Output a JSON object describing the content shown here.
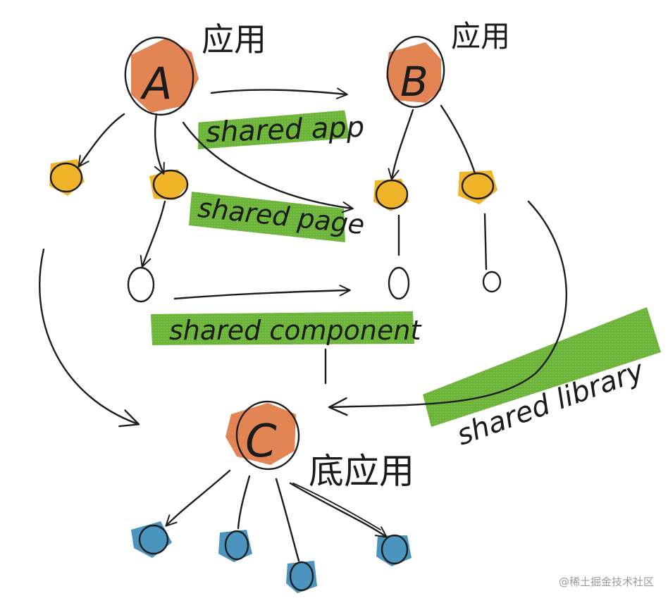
{
  "labels": {
    "app_suffix": "应用",
    "base_app_suffix": "底应用",
    "app_a": "A",
    "app_b": "B",
    "app_c": "C",
    "shared_app": "shared app",
    "shared_page": "shared page",
    "shared_component": "shared component",
    "shared_library": "shared library"
  },
  "watermark": "@稀土掘金技术社区",
  "colors": {
    "app_node": "#e07a45",
    "page_node": "#f0b42a",
    "leaf_node": "#4a94bd",
    "highlight": "#6cb33a",
    "ink": "#1d1d1d"
  }
}
